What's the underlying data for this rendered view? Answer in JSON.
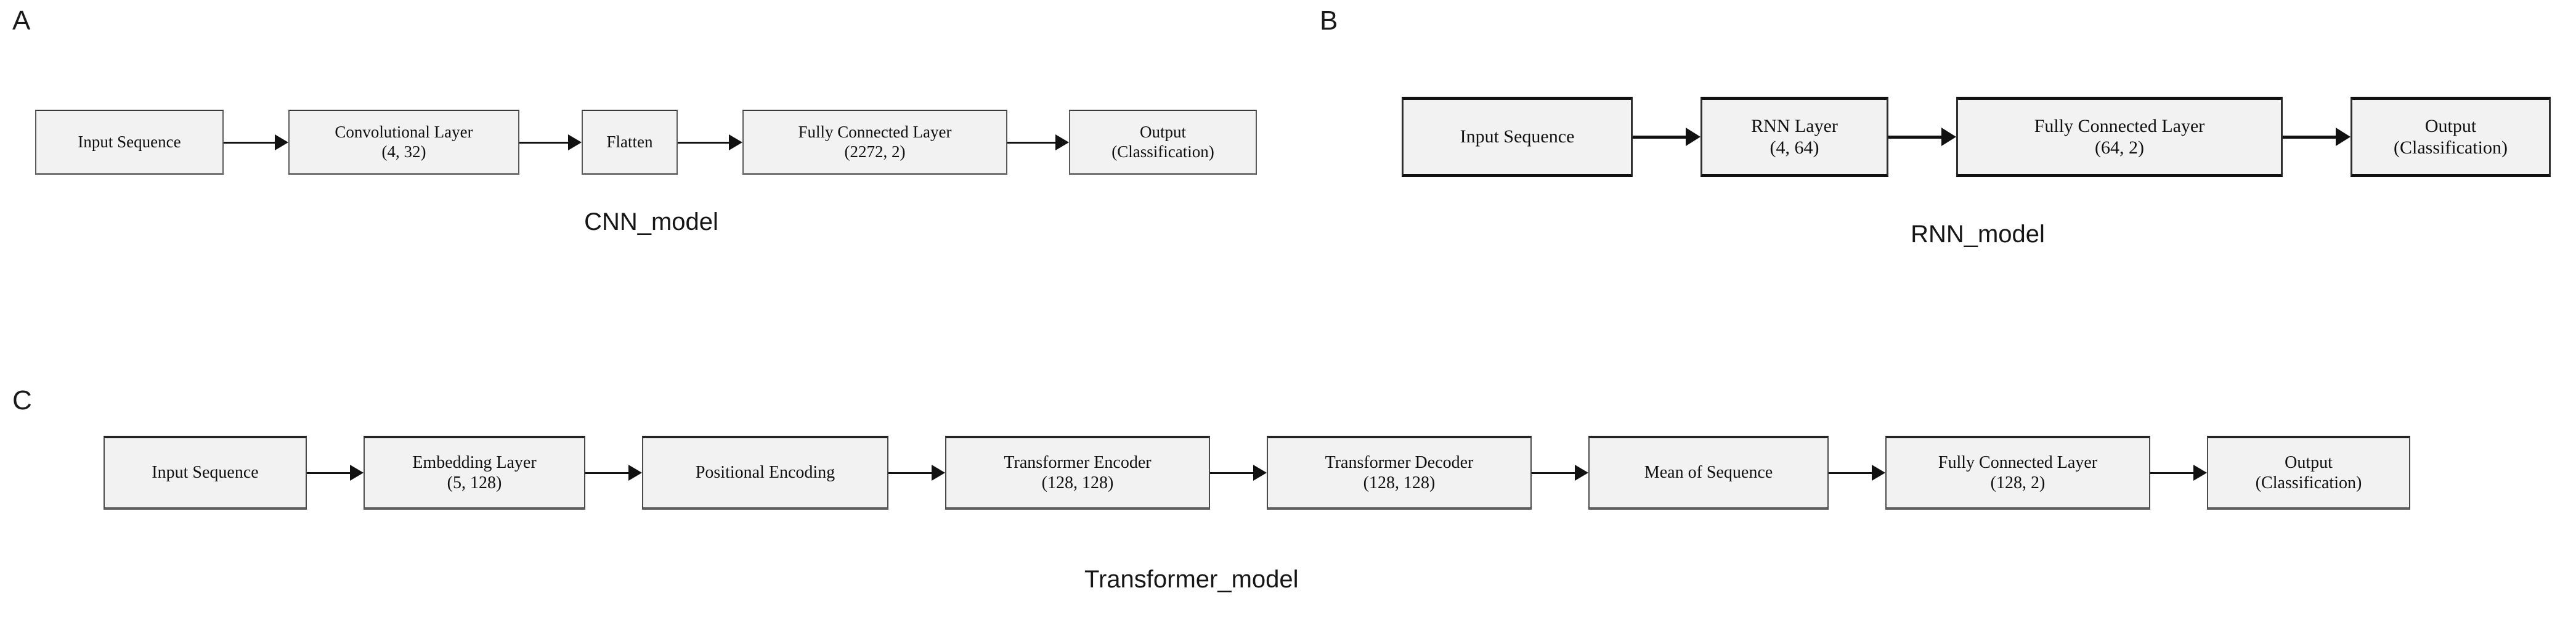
{
  "figure": {
    "background_color": "#ffffff",
    "box_fill_color": "#f2f2f2",
    "box_border_color": "#4a4a4a",
    "text_color": "#101010",
    "arrow_color": "#111111"
  },
  "panels": [
    {
      "letter": "A",
      "caption": "CNN_model",
      "nodes": [
        {
          "title": "Input Sequence",
          "shape": ""
        },
        {
          "title": "Convolutional Layer",
          "shape": "(4, 32)"
        },
        {
          "title": "Flatten",
          "shape": ""
        },
        {
          "title": "Fully Connected Layer",
          "shape": "(2272, 2)"
        },
        {
          "title": "Output",
          "shape": "(Classification)"
        }
      ]
    },
    {
      "letter": "B",
      "caption": "RNN_model",
      "nodes": [
        {
          "title": "Input Sequence",
          "shape": ""
        },
        {
          "title": "RNN Layer",
          "shape": "(4, 64)"
        },
        {
          "title": "Fully Connected Layer",
          "shape": "(64, 2)"
        },
        {
          "title": "Output",
          "shape": "(Classification)"
        }
      ]
    },
    {
      "letter": "C",
      "caption": "Transformer_model",
      "nodes": [
        {
          "title": "Input Sequence",
          "shape": ""
        },
        {
          "title": "Embedding Layer",
          "shape": "(5, 128)"
        },
        {
          "title": "Positional Encoding",
          "shape": ""
        },
        {
          "title": "Transformer Encoder",
          "shape": "(128, 128)"
        },
        {
          "title": "Transformer Decoder",
          "shape": "(128, 128)"
        },
        {
          "title": "Mean of Sequence",
          "shape": ""
        },
        {
          "title": "Fully Connected Layer",
          "shape": "(128, 2)"
        },
        {
          "title": "Output",
          "shape": "(Classification)"
        }
      ]
    }
  ]
}
